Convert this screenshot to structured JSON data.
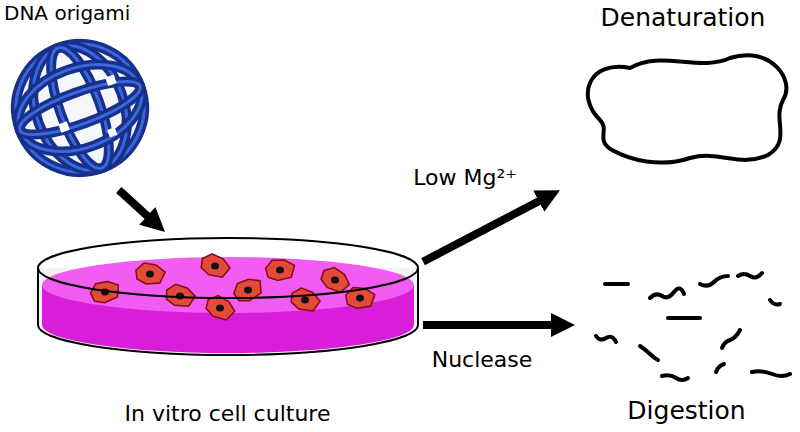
{
  "diagram": {
    "nodes": [
      {
        "text": [
          "DNA origami"
        ]
      },
      {
        "text": [
          "In vitro cell culture"
        ]
      },
      {
        "text": [
          "Denaturation"
        ]
      },
      {
        "text": [
          "Digestion"
        ]
      }
    ],
    "edges": [
      {
        "from": 0,
        "to": 1,
        "arrow": "to"
      },
      {
        "from": 1,
        "to": 2,
        "label": "Low Mg²⁺",
        "arrow": "to"
      },
      {
        "from": 1,
        "to": 3,
        "label": "Nuclease",
        "arrow": "to"
      }
    ]
  }
}
